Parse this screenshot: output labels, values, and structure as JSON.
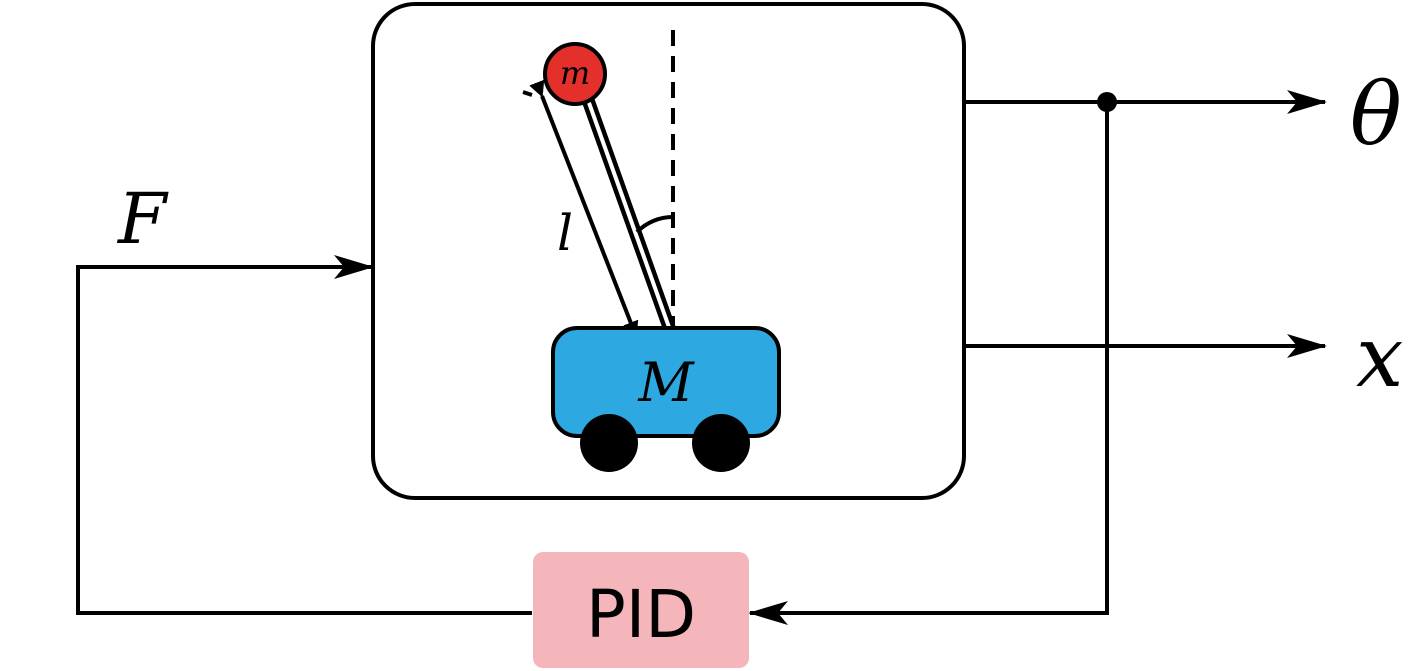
{
  "labels": {
    "input_force": "F",
    "pendulum_mass": "m",
    "cart_mass": "M",
    "pendulum_length": "l",
    "output_angle": "θ",
    "output_position": "x",
    "controller": "PID"
  },
  "colors": {
    "line": "#000000",
    "plant_fill": "#ffffff",
    "cart_fill": "#2ea8e0",
    "bob_fill": "#e3302b",
    "wheel_fill": "#000000",
    "controller_fill": "#f4b6ba"
  }
}
